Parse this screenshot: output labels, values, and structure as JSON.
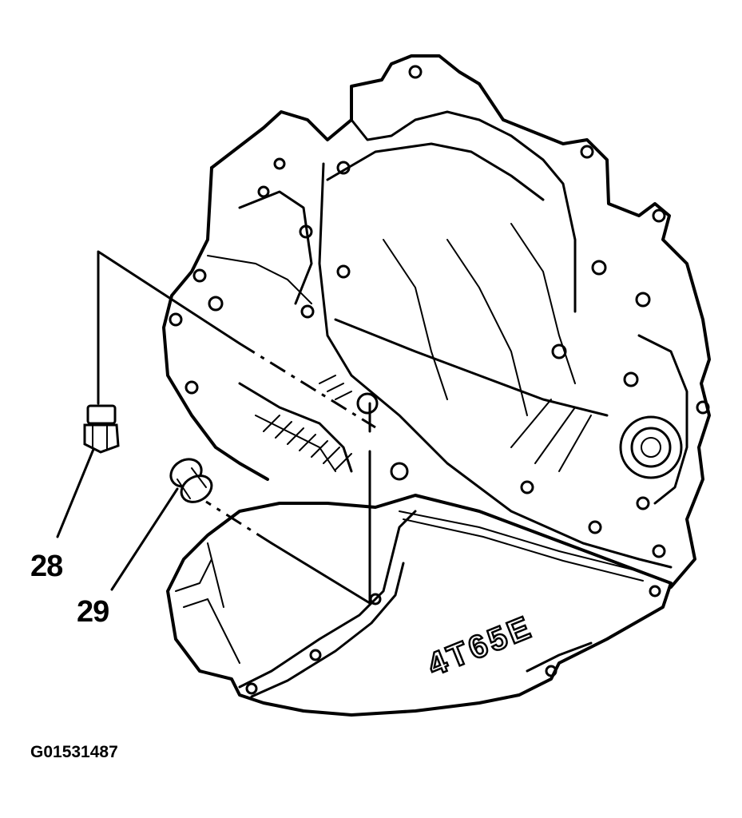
{
  "figure": {
    "callouts": [
      {
        "id": "28",
        "text": "28"
      },
      {
        "id": "29",
        "text": "29"
      }
    ],
    "cast_marking": "4T65E",
    "figure_code": "G01531487"
  }
}
